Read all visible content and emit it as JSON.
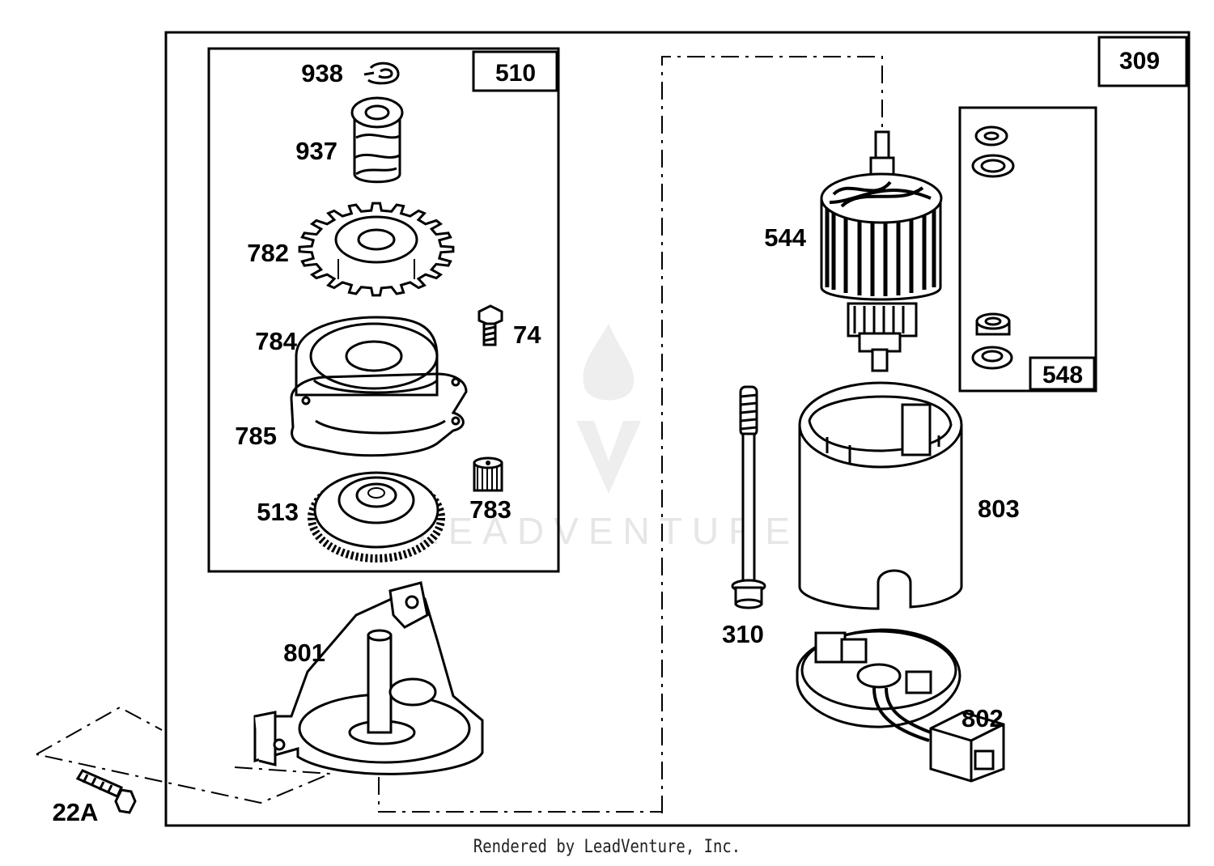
{
  "diagram": {
    "boxes": {
      "main": "309",
      "gear_kit": "510",
      "washer_kit": "548"
    },
    "parts": [
      {
        "key": "p938",
        "label": "938"
      },
      {
        "key": "p937",
        "label": "937"
      },
      {
        "key": "p782",
        "label": "782"
      },
      {
        "key": "p784",
        "label": "784"
      },
      {
        "key": "p74",
        "label": "74"
      },
      {
        "key": "p785",
        "label": "785"
      },
      {
        "key": "p513",
        "label": "513"
      },
      {
        "key": "p783",
        "label": "783"
      },
      {
        "key": "p801",
        "label": "801"
      },
      {
        "key": "p22A",
        "label": "22A"
      },
      {
        "key": "p544",
        "label": "544"
      },
      {
        "key": "p310",
        "label": "310"
      },
      {
        "key": "p803",
        "label": "803"
      },
      {
        "key": "p802",
        "label": "802"
      }
    ],
    "watermark": "LEADVENTURE"
  },
  "footer": {
    "text": "Rendered by LeadVenture, Inc."
  }
}
